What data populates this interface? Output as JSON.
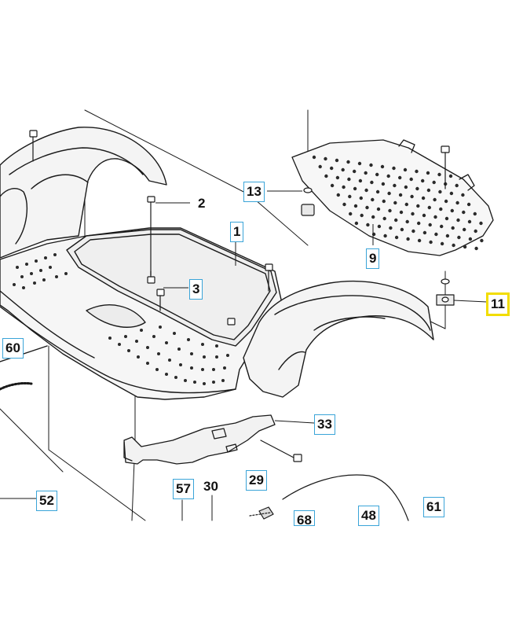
{
  "diagram": {
    "parts": [
      {
        "id": "p2",
        "number": "2",
        "boxed": false,
        "highlighted": false
      },
      {
        "id": "p1",
        "number": "1",
        "boxed": true,
        "highlighted": false
      },
      {
        "id": "p13",
        "number": "13",
        "boxed": true,
        "highlighted": false
      },
      {
        "id": "p3",
        "number": "3",
        "boxed": true,
        "highlighted": false
      },
      {
        "id": "p9",
        "number": "9",
        "boxed": true,
        "highlighted": false
      },
      {
        "id": "p11",
        "number": "11",
        "boxed": false,
        "highlighted": true
      },
      {
        "id": "p60",
        "number": "60",
        "boxed": true,
        "highlighted": false
      },
      {
        "id": "p33",
        "number": "33",
        "boxed": true,
        "highlighted": false
      },
      {
        "id": "p29",
        "number": "29",
        "boxed": true,
        "highlighted": false
      },
      {
        "id": "p52",
        "number": "52",
        "boxed": true,
        "highlighted": false
      },
      {
        "id": "p57",
        "number": "57",
        "boxed": true,
        "highlighted": false
      },
      {
        "id": "p30",
        "number": "30",
        "boxed": false,
        "highlighted": false
      },
      {
        "id": "p68",
        "number": "68",
        "boxed": true,
        "highlighted": false
      },
      {
        "id": "p48",
        "number": "48",
        "boxed": true,
        "highlighted": false
      },
      {
        "id": "p61",
        "number": "61",
        "boxed": true,
        "highlighted": false
      }
    ],
    "colors": {
      "line": "#1a1a1a",
      "fill": "#f3f3f3",
      "label_box": "#3aa4d8",
      "highlight": "#f2dd00"
    }
  }
}
